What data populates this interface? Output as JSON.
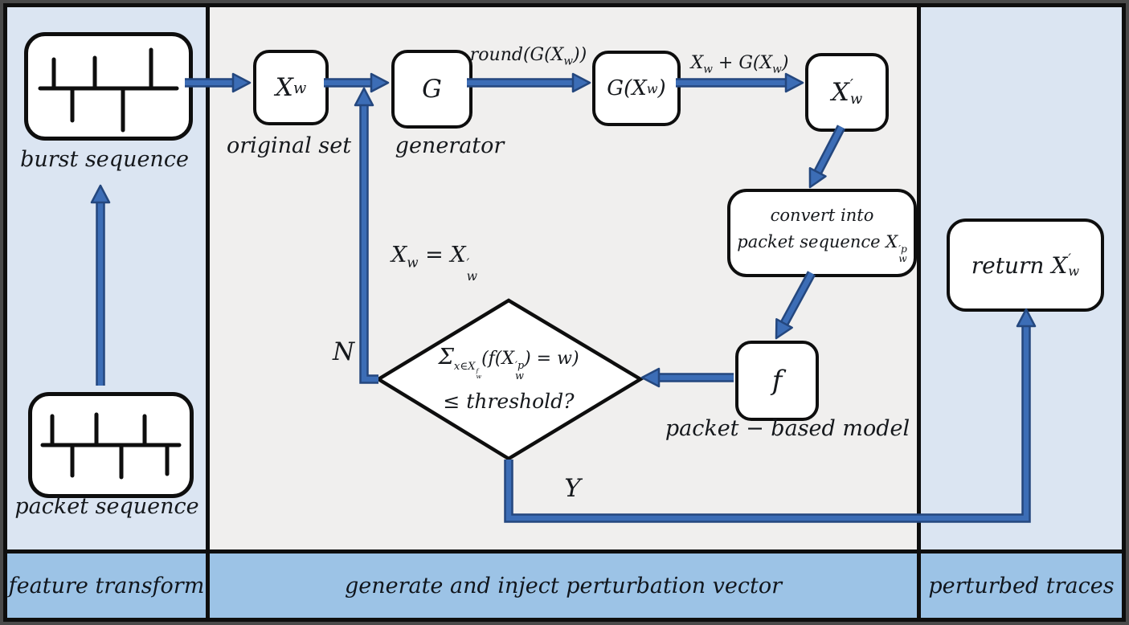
{
  "left_column": {
    "burst_label": "burst sequence",
    "packet_label": "packet sequence"
  },
  "nodes": {
    "xw": {
      "base": "X",
      "sub": "w",
      "caption": "original set"
    },
    "g": {
      "base": "G",
      "caption": "generator"
    },
    "gxw": {
      "pre": "G(X",
      "sub": "w",
      "post": ")"
    },
    "xw_prime": {
      "base": "X",
      "sup": "′",
      "sub": "w"
    },
    "convert": {
      "line1": "convert into",
      "line2_pre": "packet sequence X",
      "sup": "′p",
      "sub": "w"
    },
    "f": {
      "base": "f",
      "caption": "packet − based model"
    },
    "return_box": {
      "pre": "return X",
      "sup": "′",
      "sub": "w"
    }
  },
  "edges": {
    "round": {
      "pre": "round(G(X",
      "sub": "w",
      "post": "))"
    },
    "plus": {
      "pre": "X",
      "sub1": "w",
      "mid": " + G(X",
      "sub2": "w",
      "post": ")"
    },
    "assign": {
      "pre": "X",
      "sub1": "w",
      "mid": " = X",
      "sup": "′",
      "sub2": "w"
    },
    "no": "N",
    "yes": "Y"
  },
  "diamond": {
    "sigma": "Σ",
    "sub_pre": "x∈X",
    "sub_sup": "f",
    "sub_sub": "w",
    "mid": "(f(X",
    "sup": "′p",
    "sub": "w",
    "post": ") = w)",
    "line2": "≤ threshold?"
  },
  "footer": {
    "feature_transform": "feature transform",
    "generate": "generate and inject perturbation vector",
    "perturbed": "perturbed traces"
  },
  "colors": {
    "arrow_fill": "#3c6db6",
    "arrow_outline": "#24477e",
    "panel_blue": "#dbe5f2",
    "panel_gray": "#f0efee",
    "footer_blue": "#9cc3e6",
    "line_black": "#0e0e0e"
  }
}
